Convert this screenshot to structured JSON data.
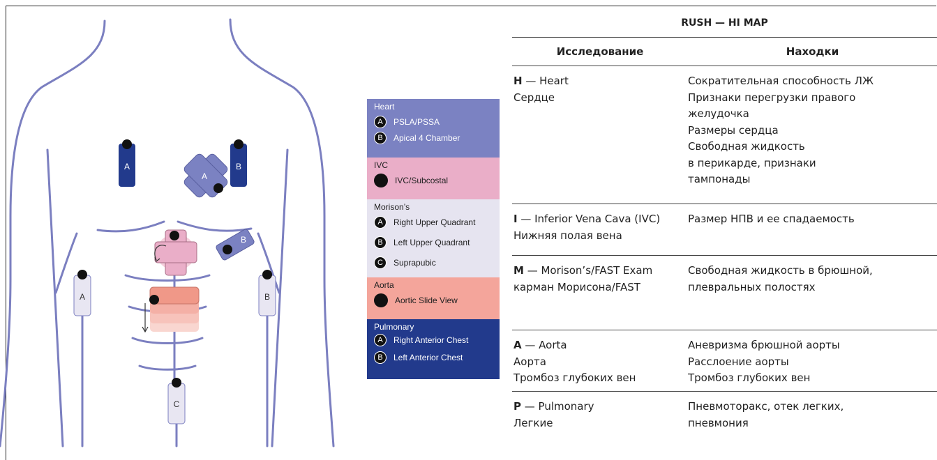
{
  "diagram": {
    "probes": {
      "heart_a": "A",
      "heart_b": "B",
      "heart_center": "A",
      "morison_b": "B",
      "side_left": "A",
      "side_right": "B",
      "bottom_c": "C"
    }
  },
  "legend": {
    "heart": {
      "title": "Heart",
      "color": "#7b82c2",
      "items": [
        {
          "badge": "A",
          "label": "PSLA/PSSA"
        },
        {
          "badge": "B",
          "label": "Apical 4 Chamber"
        }
      ]
    },
    "ivc": {
      "title": "IVC",
      "color": "#eaaec8",
      "items": [
        {
          "badge": "",
          "label": "IVC/Subcostal"
        }
      ]
    },
    "morison": {
      "title": "Morison’s",
      "color": "#e6e4f0",
      "items": [
        {
          "badge": "A",
          "label": "Right Upper Quadrant"
        },
        {
          "badge": "B",
          "label": "Left Upper Quadrant"
        },
        {
          "badge": "C",
          "label": "Suprapubic"
        }
      ]
    },
    "aorta": {
      "title": "Aorta",
      "color": "#f4a59b",
      "items": [
        {
          "badge": "",
          "label": "Aortic Slide View"
        }
      ]
    },
    "pulmonary": {
      "title": "Pulmonary",
      "color": "#223a8c",
      "items": [
        {
          "badge": "A",
          "label": "Right Anterior Chest"
        },
        {
          "badge": "B",
          "label": "Left Anterior Chest"
        }
      ]
    }
  },
  "table": {
    "title": "RUSH — HI MAP",
    "col1": "Исследование",
    "col2": "Находки",
    "rows": [
      {
        "letter": "H",
        "name": " — Heart",
        "lines": [
          "Сердце"
        ],
        "findings": [
          "Сократительная способность ЛЖ",
          "Признаки перегрузки правого",
          "желудочка",
          "Размеры сердца",
          "Свободная жидкость",
          "в перикарде, признаки",
          "тампонады"
        ]
      },
      {
        "letter": "I",
        "name": " — Inferior Vena Cava (IVC)",
        "lines": [
          "Нижняя полая вена"
        ],
        "findings": [
          "Размер НПВ и ее спадаемость"
        ]
      },
      {
        "letter": "M",
        "name": " — Morison’s/FAST Exam",
        "lines": [
          "карман Морисона/FAST"
        ],
        "findings": [
          "Свободная жидкость в брюшной,",
          "плевральных полостях"
        ]
      },
      {
        "letter": "A",
        "name": " — Aorta",
        "lines": [
          "Аорта",
          "Тромбоз глубоких вен"
        ],
        "findings": [
          "Аневризма брюшной аорты",
          "Расслоение аорты",
          "Тромбоз глубоких вен"
        ]
      },
      {
        "letter": "P",
        "name": " — Pulmonary",
        "lines": [
          "Легкие"
        ],
        "findings": [
          "Пневмоторакс, отек легких,",
          "пневмония"
        ]
      }
    ]
  }
}
